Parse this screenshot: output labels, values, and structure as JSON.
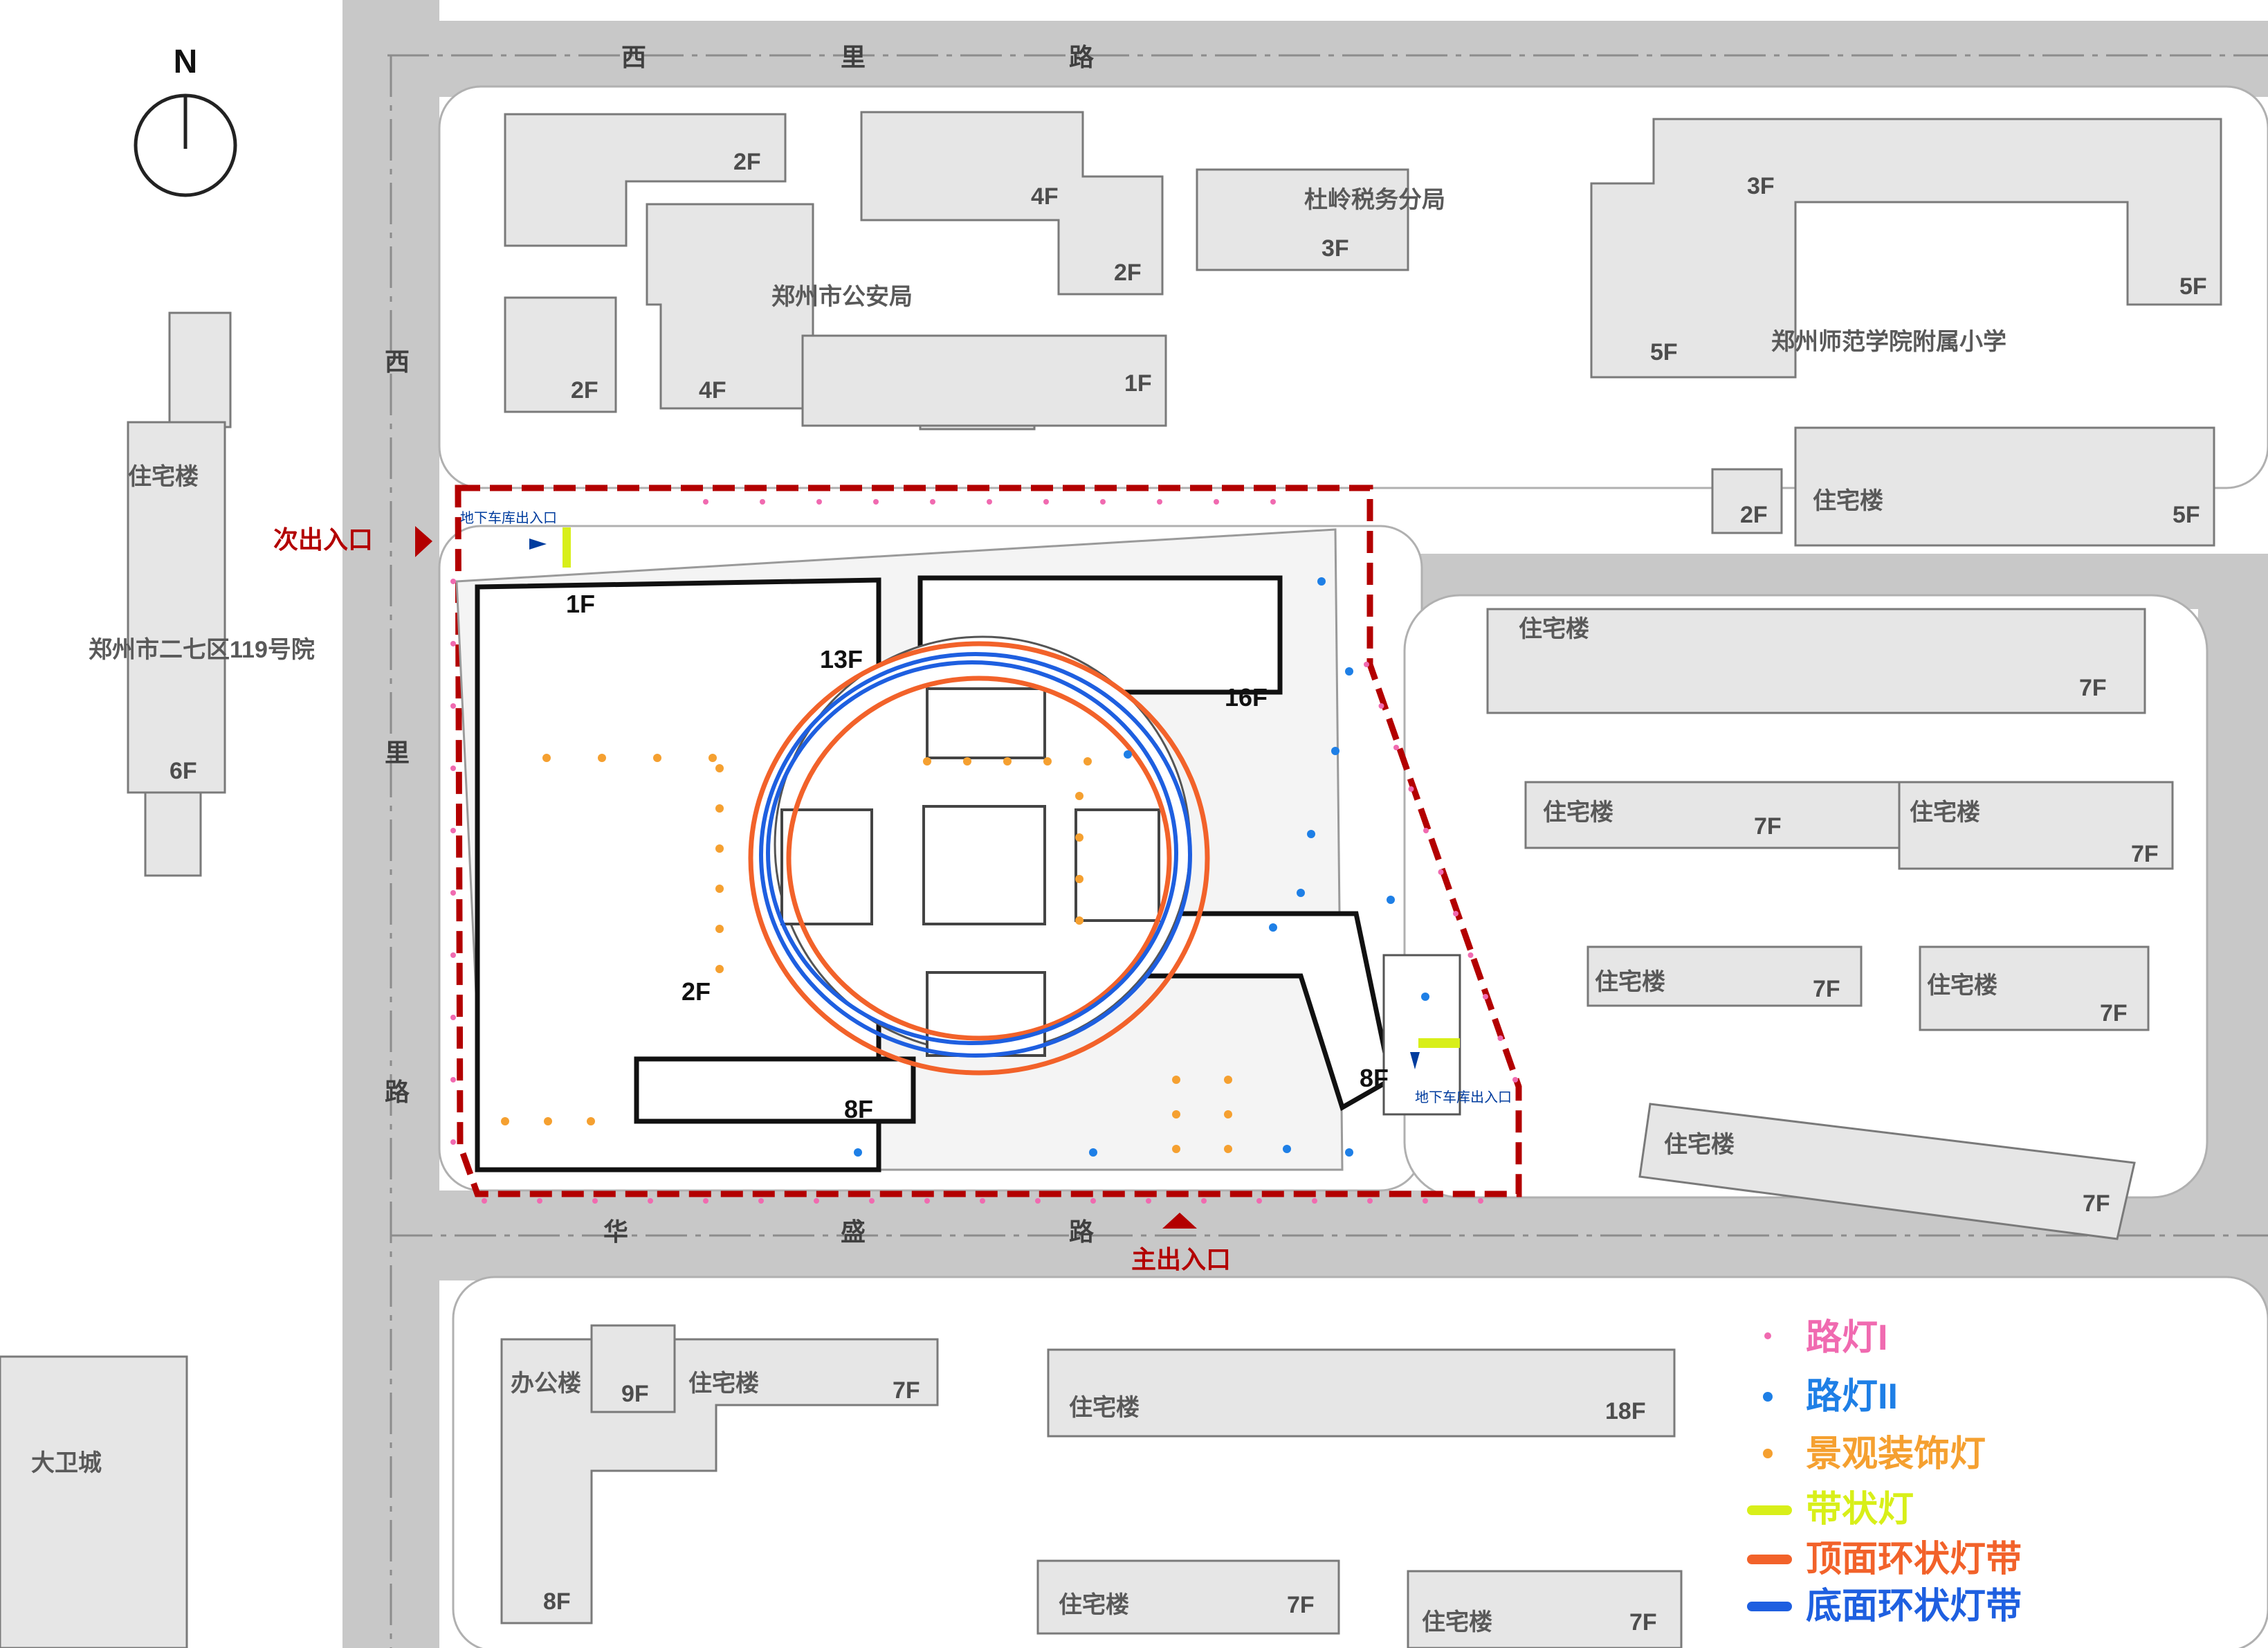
{
  "north": "N",
  "roads": {
    "north": [
      "西",
      "里",
      "路"
    ],
    "west": [
      "西",
      "里",
      "路"
    ],
    "south": [
      "华",
      "盛",
      "路"
    ]
  },
  "entrances": {
    "secondary": "次出入口",
    "main": "主出入口",
    "garage_1": "地下车库出入口",
    "garage_2": "地下车库出入口"
  },
  "buildings": {
    "zhengzhou_police": "郑州市公安局",
    "duling_tax": "杜岭税务分局",
    "normal_school": "郑州师范学院附属小学",
    "compound_119": "郑州市二七区119号院",
    "dawei": "大卫城",
    "office": "办公楼",
    "residential": "住宅楼"
  },
  "floors": {
    "f1": "1F",
    "f2": "2F",
    "f3": "3F",
    "f4": "4F",
    "f5": "5F",
    "f6": "6F",
    "f7": "7F",
    "f8": "8F",
    "f9": "9F",
    "f13": "13F",
    "f16": "16F",
    "f18": "18F"
  },
  "legend": {
    "street_light_1": "路灯I",
    "street_light_2": "路灯II",
    "landscape_light": "景观装饰灯",
    "strip_light": "带状灯",
    "top_ring": "顶面环状灯带",
    "bottom_ring": "底面环状灯带"
  },
  "colors": {
    "street_light_1": "#f06ab0",
    "street_light_2": "#1e7fe6",
    "landscape_light": "#f5a030",
    "strip_light": "#d8ef19",
    "top_ring": "#f2622a",
    "bottom_ring": "#1e5fe0",
    "site_boundary": "#b30000"
  }
}
